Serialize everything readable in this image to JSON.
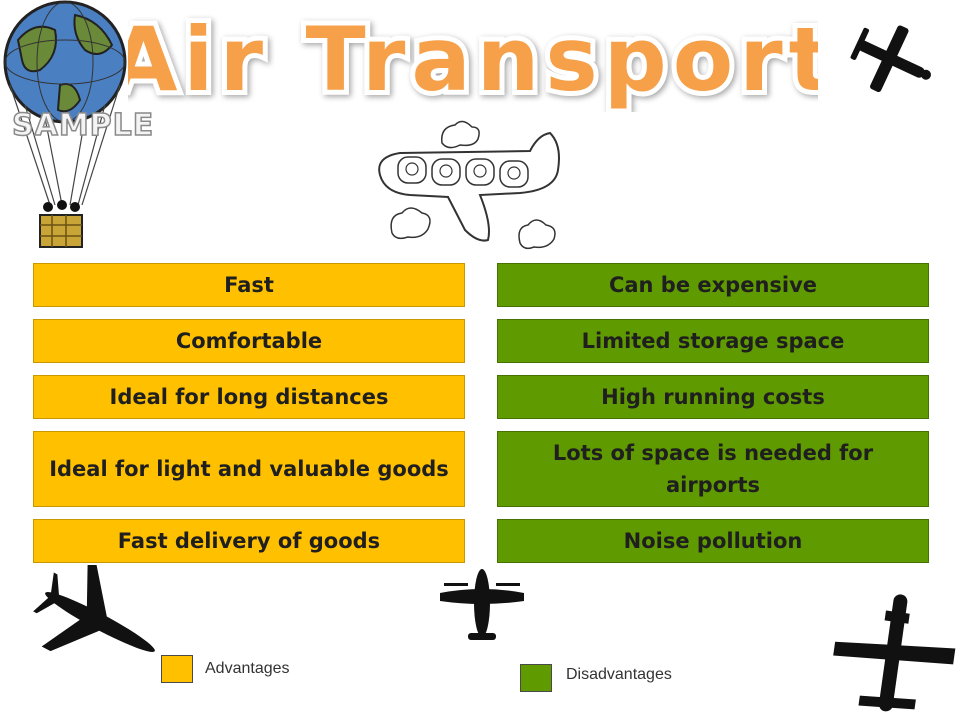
{
  "title": "Air Transport",
  "watermark": "SAMPLE",
  "advantages": [
    "Fast",
    "Comfortable",
    "Ideal for long distances",
    "Ideal for light and valuable goods",
    "Fast delivery of goods"
  ],
  "disadvantages": [
    "Can be expensive",
    "Limited storage space",
    "High running costs",
    "Lots of space is needed for airports",
    "Noise pollution"
  ],
  "legend": {
    "advantages_label": "Advantages",
    "disadvantages_label": "Disadvantages"
  },
  "colors": {
    "advantage": "#ffc000",
    "disadvantage": "#5f9a00",
    "title_fill": "#f6a04a"
  },
  "icons": [
    "globe-balloon-icon",
    "cartoon-airplane-icon",
    "small-plane-icon",
    "jet-silhouette-icon",
    "warplane-silhouette-icon",
    "plane-topview-icon",
    "cloud-icon"
  ]
}
